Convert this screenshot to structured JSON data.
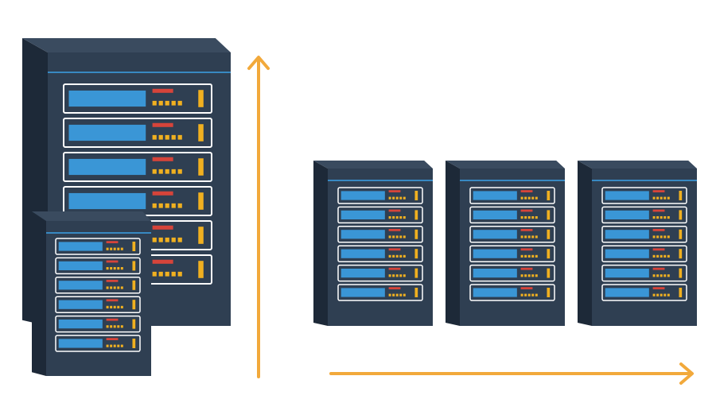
{
  "diagram": {
    "colors": {
      "cabinet_front": "#2f3f52",
      "cabinet_side": "#1d2938",
      "cabinet_top": "#3a4b5f",
      "slot_border": "#ffffff",
      "screen": "#3a96d6",
      "indicator_red": "#d6443a",
      "indicator_yellow": "#f0b020",
      "arrow": "#f2a93b"
    },
    "vertical_scaling": {
      "servers": [
        {
          "name": "large-server",
          "drive_bays": 6
        },
        {
          "name": "small-server",
          "drive_bays": 6
        }
      ],
      "arrow_icon": "arrow-up-icon"
    },
    "horizontal_scaling": {
      "servers": [
        {
          "name": "server-1",
          "drive_bays": 6
        },
        {
          "name": "server-2",
          "drive_bays": 6
        },
        {
          "name": "server-3",
          "drive_bays": 6
        }
      ],
      "arrow_icon": "arrow-right-icon"
    }
  }
}
